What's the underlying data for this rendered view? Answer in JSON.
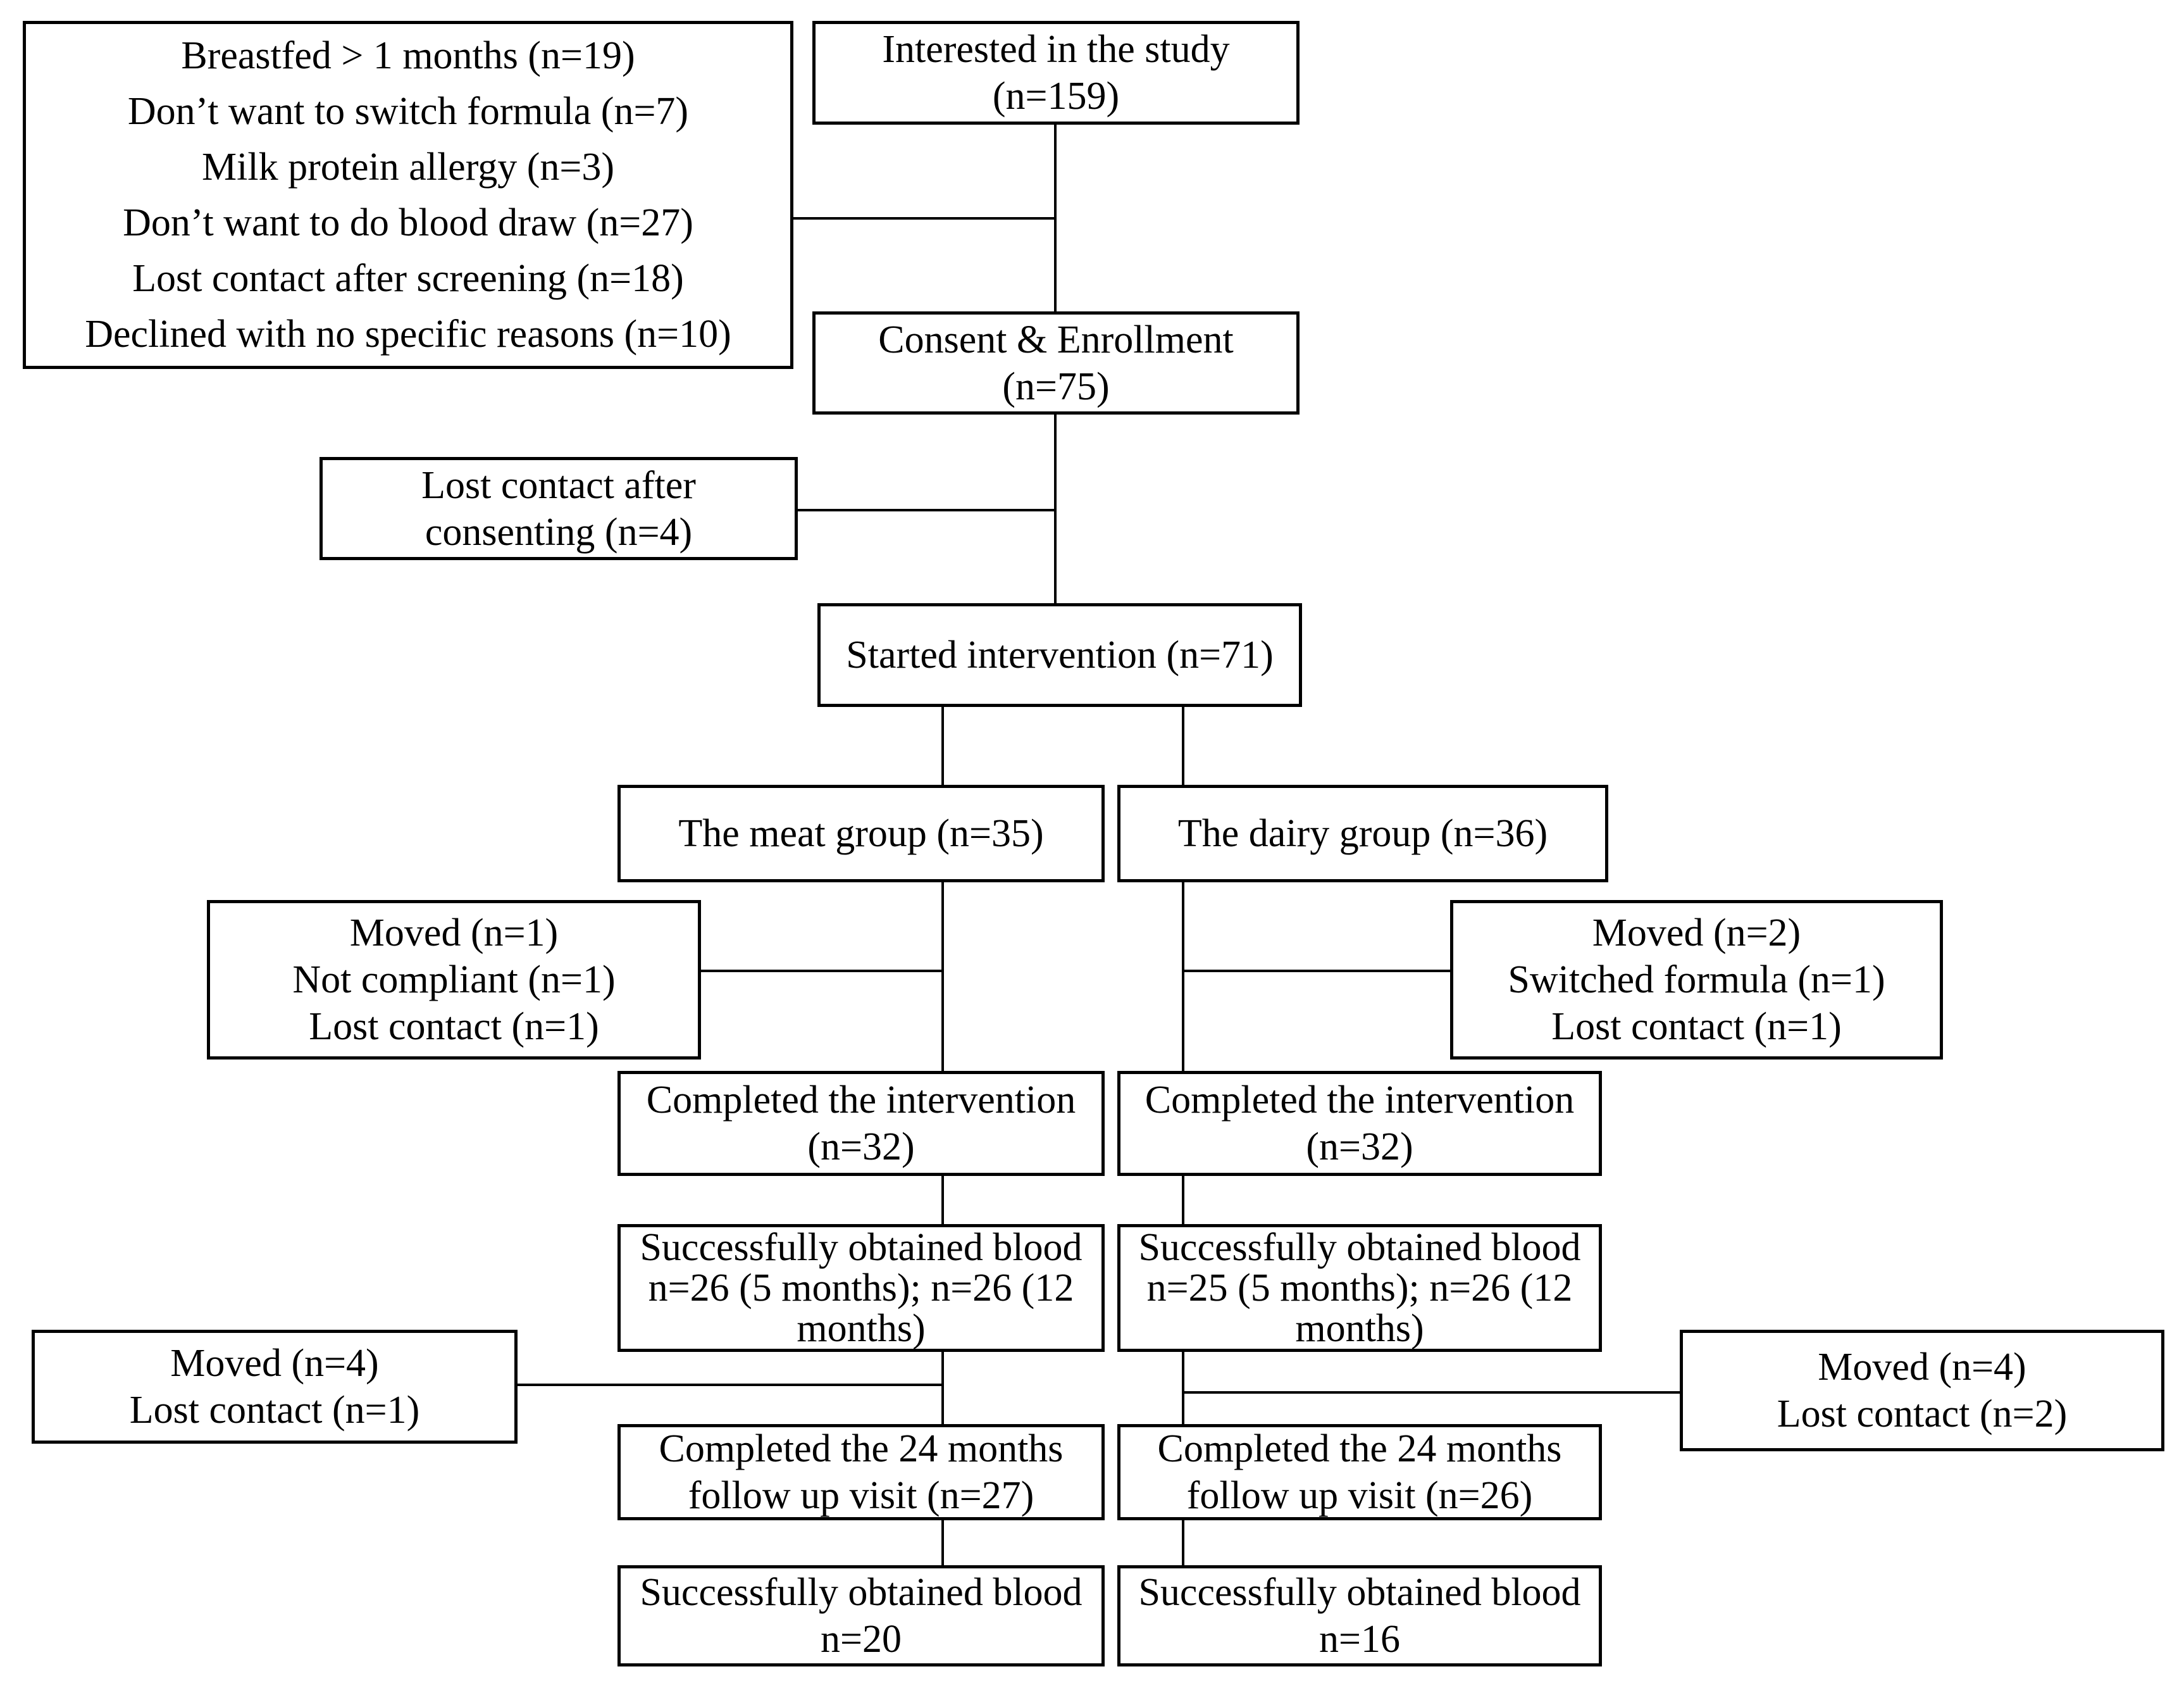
{
  "figure": {
    "background_color": "#ffffff",
    "line_color": "#000000",
    "text_color": "#000000"
  },
  "boxes": {
    "screening_exclusions": {
      "lines": [
        "Breastfed > 1 months (n=19)",
        "Don’t want to switch formula (n=7)",
        "Milk protein allergy (n=3)",
        "Don’t want to do blood draw (n=27)",
        "Lost contact after screening (n=18)",
        "Declined with no specific reasons (n=10)"
      ]
    },
    "interested": {
      "lines": [
        "Interested in the study",
        "(n=159)"
      ]
    },
    "consent": {
      "lines": [
        "Consent & Enrollment",
        "(n=75)"
      ]
    },
    "lost_after_consenting": {
      "lines": [
        "Lost contact after",
        "consenting (n=4)"
      ]
    },
    "started": {
      "lines": [
        "Started intervention (n=71)"
      ]
    },
    "meat_group": {
      "lines": [
        "The meat group (n=35)"
      ]
    },
    "dairy_group": {
      "lines": [
        "The dairy group (n=36)"
      ]
    },
    "meat_dropouts_intervention": {
      "lines": [
        "Moved (n=1)",
        "Not compliant (n=1)",
        "Lost contact (n=1)"
      ]
    },
    "dairy_dropouts_intervention": {
      "lines": [
        "Moved (n=2)",
        "Switched formula (n=1)",
        "Lost contact (n=1)"
      ]
    },
    "meat_completed_intervention": {
      "lines": [
        "Completed the intervention",
        "(n=32)"
      ]
    },
    "dairy_completed_intervention": {
      "lines": [
        "Completed the intervention",
        "(n=32)"
      ]
    },
    "meat_blood_5_12_months": {
      "lines": [
        "Successfully obtained blood",
        "n=26 (5 months); n=26 (12",
        "months)"
      ]
    },
    "dairy_blood_5_12_months": {
      "lines": [
        "Successfully obtained blood",
        "n=25 (5 months); n=26 (12",
        "months)"
      ]
    },
    "meat_dropouts_followup": {
      "lines": [
        "Moved (n=4)",
        "Lost contact (n=1)"
      ]
    },
    "dairy_dropouts_followup": {
      "lines": [
        "Moved (n=4)",
        "Lost contact (n=2)"
      ]
    },
    "meat_completed_24m": {
      "lines": [
        "Completed the 24 months",
        "follow up visit (n=27)"
      ]
    },
    "dairy_completed_24m": {
      "lines": [
        "Completed the 24 months",
        "follow up visit (n=26)"
      ]
    },
    "meat_blood_24m": {
      "lines": [
        "Successfully obtained blood",
        "n=20"
      ]
    },
    "dairy_blood_24m": {
      "lines": [
        "Successfully obtained blood",
        "n=16"
      ]
    }
  }
}
